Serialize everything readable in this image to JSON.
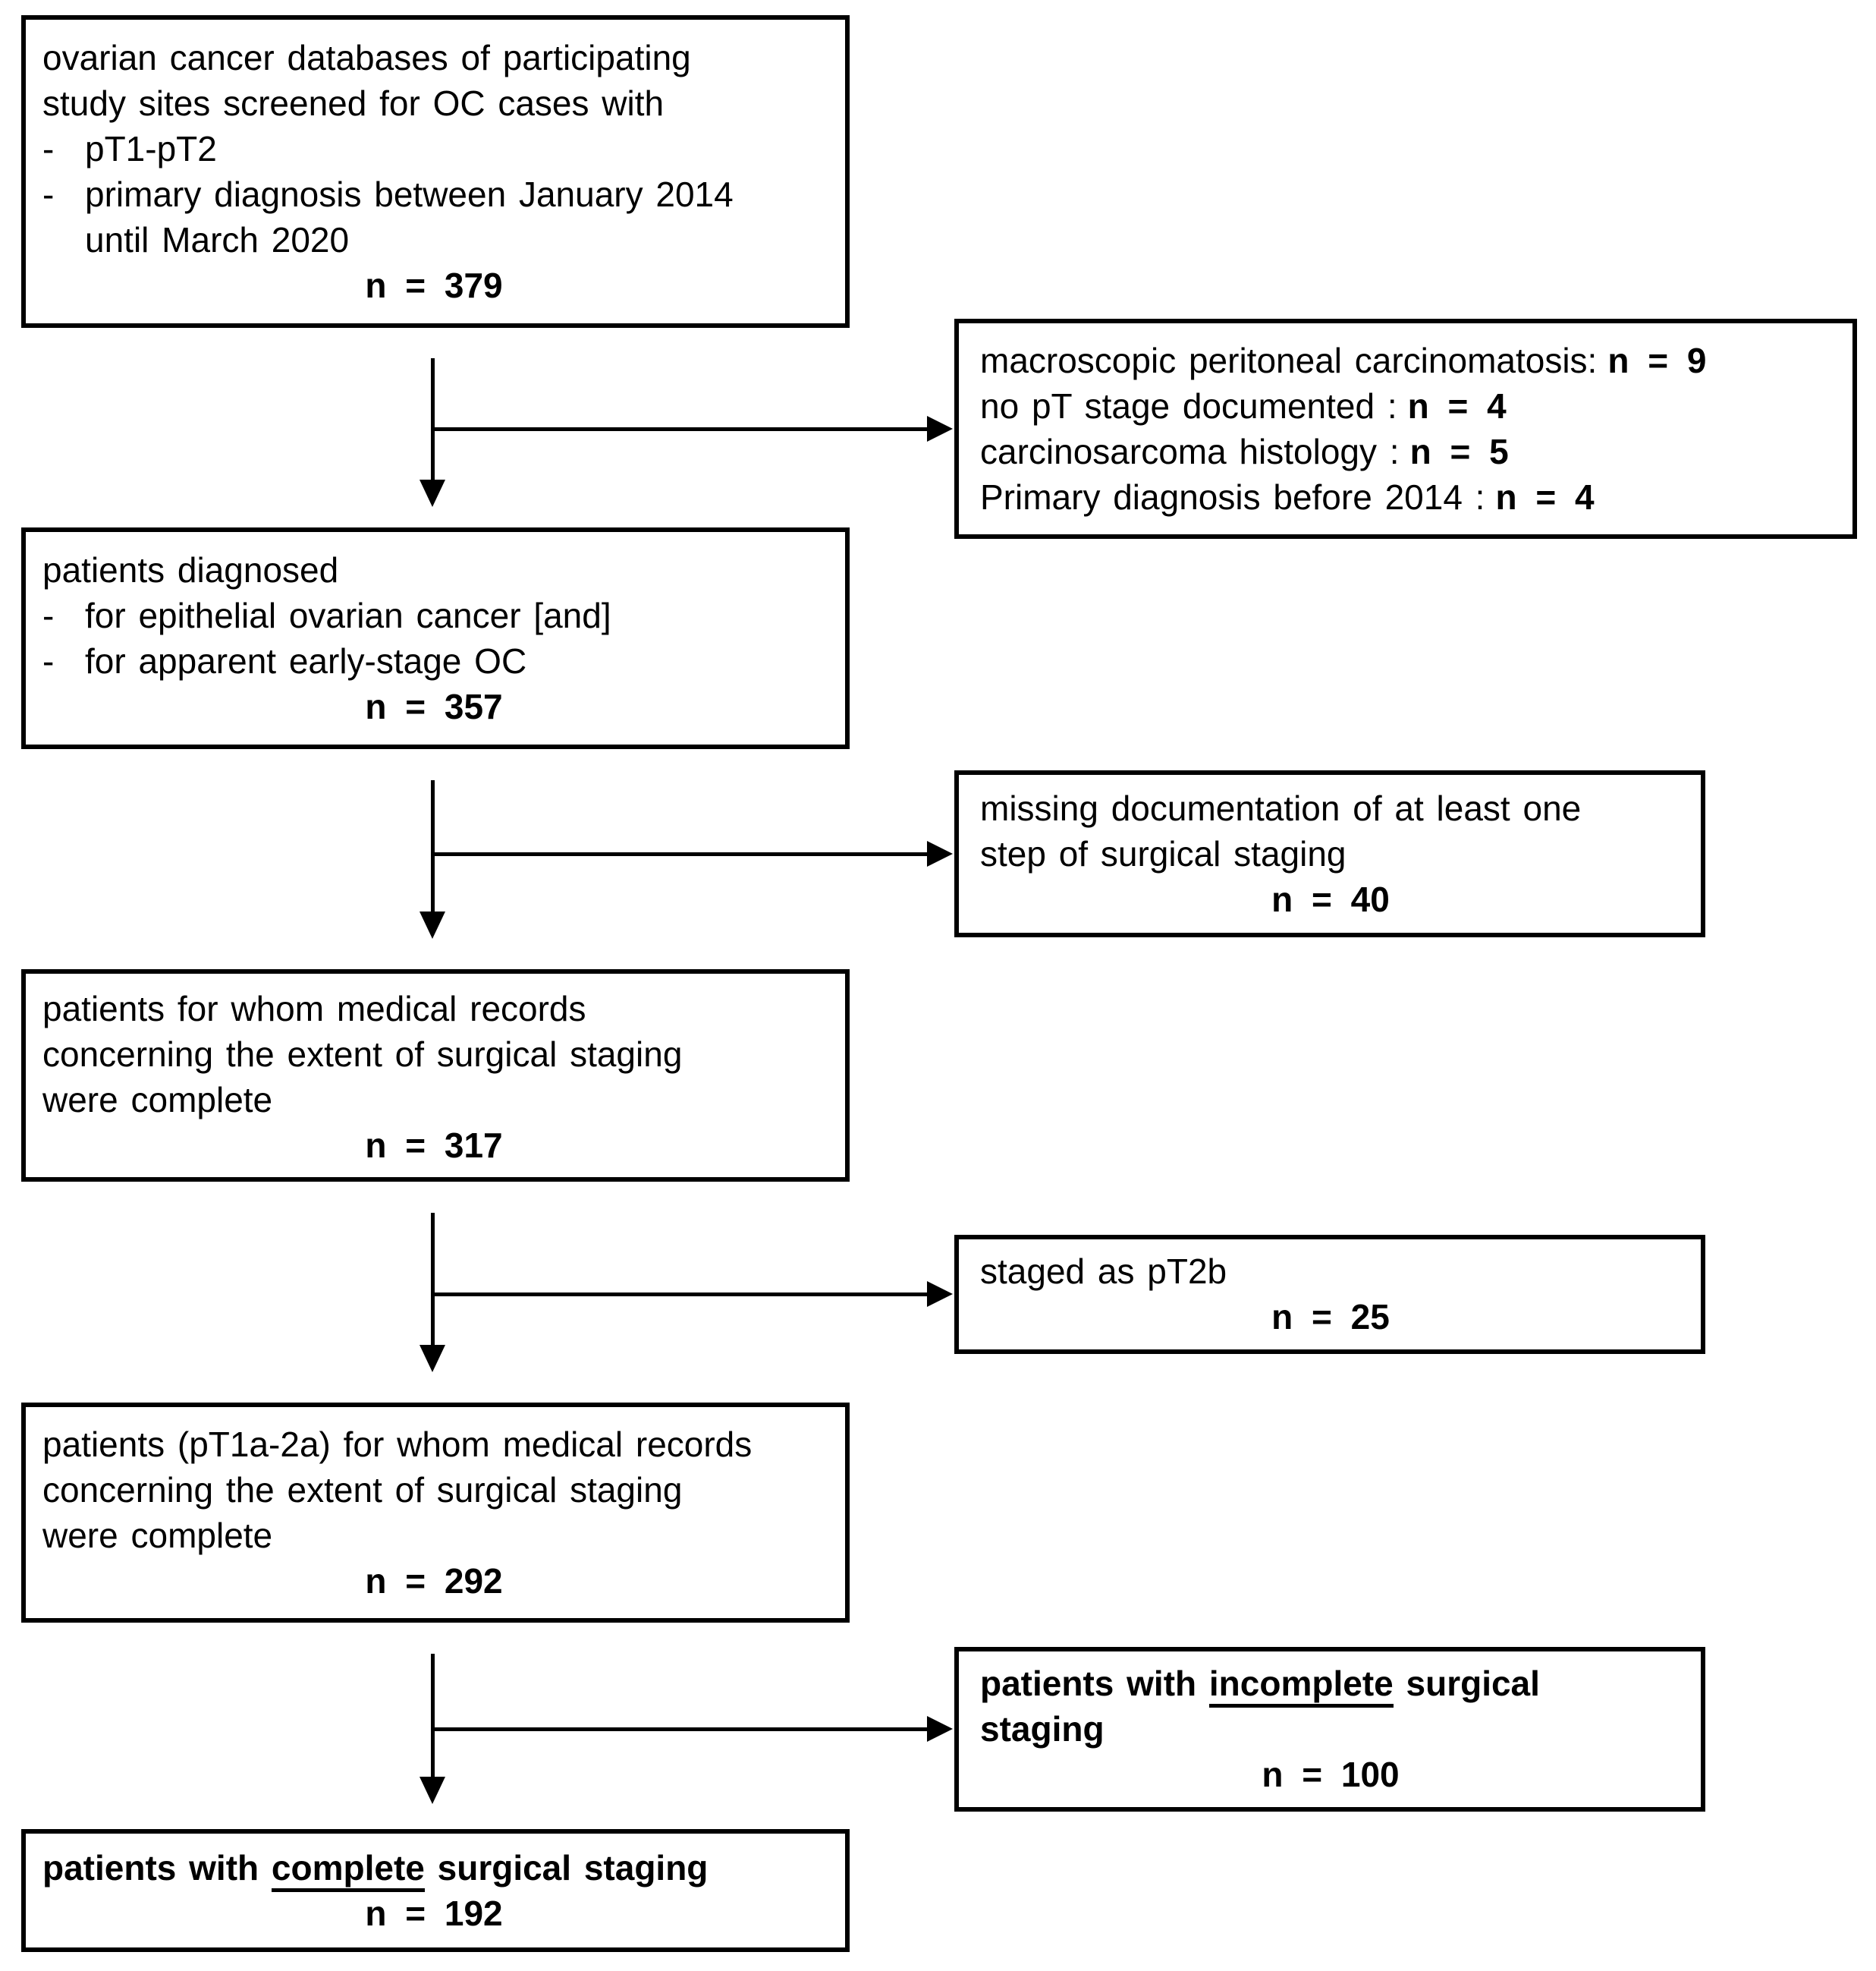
{
  "diagram": {
    "type": "patient-flow-chart",
    "colors": {
      "background": "#ffffff",
      "border": "#000000",
      "text": "#000000",
      "arrow": "#000000"
    },
    "boxes": {
      "screening": {
        "line1": "ovarian cancer databases of participating",
        "line2": "study sites screened for OC cases with",
        "bullets": [
          {
            "dash": "-",
            "line1": "pT1-pT2"
          },
          {
            "dash": "-",
            "line1": "primary diagnosis between January 2014",
            "line2": "until March 2020"
          }
        ],
        "n": "n = 379"
      },
      "exclusion_screening": {
        "rows": [
          {
            "label": "macroscopic peritoneal carcinomatosis:",
            "n": "n = 9"
          },
          {
            "label": "no pT stage documented :",
            "n": "n = 4"
          },
          {
            "label": "carcinosarcoma histology :",
            "n": "n = 5"
          },
          {
            "label": "Primary diagnosis before 2014 :",
            "n": "n = 4"
          }
        ]
      },
      "diagnosed": {
        "line1": "patients diagnosed",
        "bullets": [
          {
            "dash": "-",
            "line1": "for epithelial ovarian cancer [and]"
          },
          {
            "dash": "-",
            "line1": "for apparent early-stage OC"
          }
        ],
        "n": "n = 357"
      },
      "exclusion_missing_documentation": {
        "line1": "missing documentation of at least one",
        "line2": "step of surgical staging",
        "n": "n = 40"
      },
      "complete_records": {
        "line1": "patients for whom medical records",
        "line2": "concerning the extent of surgical staging",
        "line3": "were complete",
        "n": "n = 317"
      },
      "exclusion_pt2b": {
        "line1": "staged as pT2b",
        "n": "n = 25"
      },
      "complete_records_pt1a_2a": {
        "line1": "patients (pT1a-2a) for whom medical records",
        "line2": "concerning the extent of surgical staging",
        "line3": "were complete",
        "n": "n = 292"
      },
      "exclusion_incomplete_staging": {
        "prefix": "patients with ",
        "underlined": "incomplete",
        "suffix": " surgical",
        "line2": "staging",
        "n": "n = 100"
      },
      "complete_staging": {
        "prefix": "patients with ",
        "underlined": "complete",
        "suffix": " surgical staging",
        "n": "n = 192"
      }
    }
  }
}
